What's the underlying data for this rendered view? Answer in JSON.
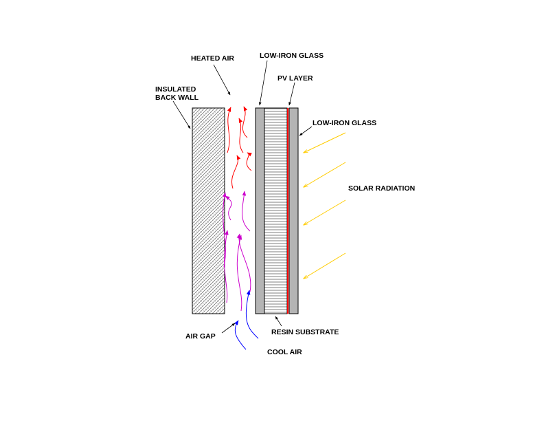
{
  "labels": {
    "heated_air": "HEATED AIR",
    "low_iron_glass_top": "LOW-IRON GLASS",
    "pv_layer": "PV LAYER",
    "insulated_line1": "INSULATED",
    "insulated_line2": "BACK WALL",
    "low_iron_glass_right": "LOW-IRON GLASS",
    "solar_radiation": "SOLAR RADIATION",
    "air_gap": "AIR GAP",
    "resin_substrate": "RESIN SUBSTRATE",
    "cool_air": "COOL AIR"
  },
  "colors": {
    "heated_air": "#ff0000",
    "mid_air": "#cc00cc",
    "cool_air": "#0000ff",
    "solar": "#ffcc00",
    "glass": "#b4b4b4",
    "pv_layer": "#ff0000",
    "outline": "#000000"
  }
}
